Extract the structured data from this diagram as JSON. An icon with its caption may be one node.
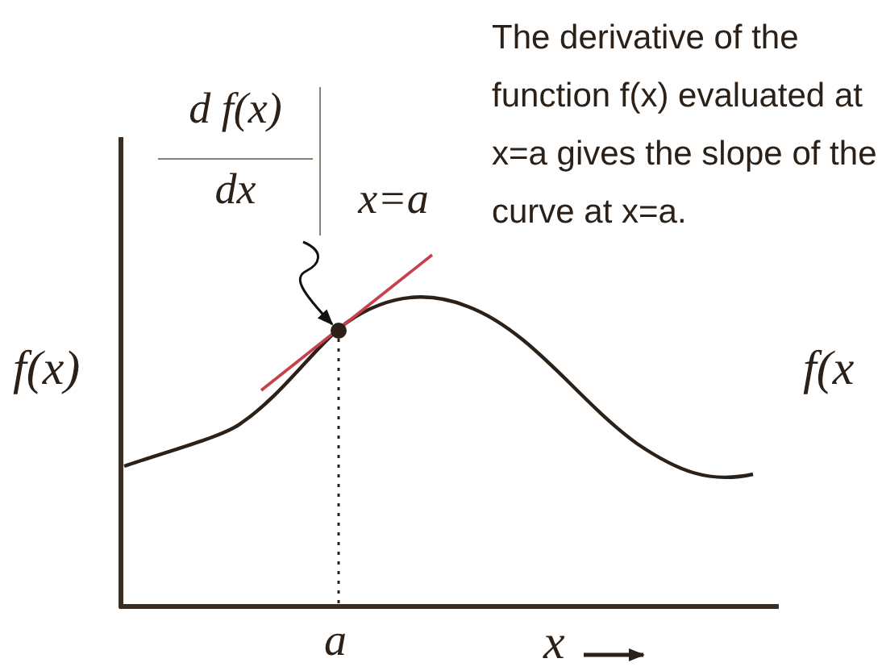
{
  "diagram": {
    "nodes": [
      {
        "text": [
          "d f(x)",
          "dx",
          "x=a"
        ]
      },
      {
        "text": [],
        "shape": "circle"
      }
    ],
    "edges": [
      {
        "from": 0,
        "to": 1,
        "arrow": "to"
      }
    ],
    "labels": [
      "The derivative of the function f(x) evaluated at x=a gives the slope of the curve at x=a.",
      "f(x)",
      "f(x",
      "a",
      "x"
    ]
  }
}
